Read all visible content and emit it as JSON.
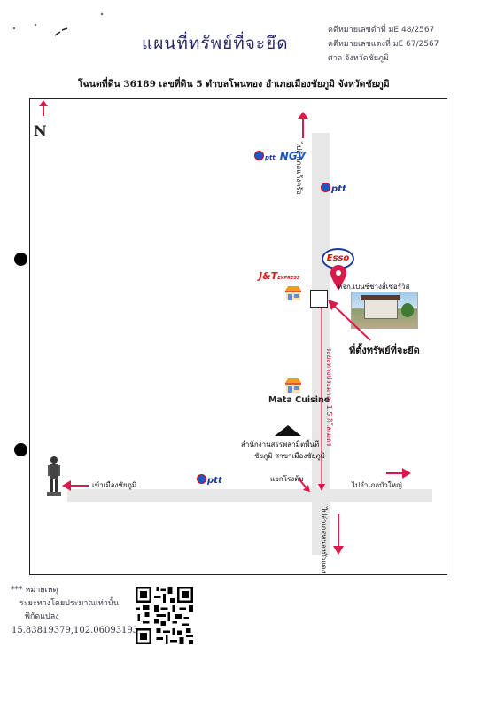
{
  "header": {
    "title": "แผนที่ทรัพย์ที่จะยึด",
    "case_black": "คดีหมายเลขดำที่ มE 48/2567",
    "case_red": "คดีหมายเลขแดงที่ มE 67/2567",
    "court": "ศาล จังหวัดชัยภูมิ",
    "subtitle": "โฉนดที่ดิน 36189 เลขที่ดิน 5 ตำบลโพนทอง อำเภอเมืองชัยภูมิ จังหวัดชัยภูมิ"
  },
  "map": {
    "north_label": "N",
    "to_kaeng_khro": "ไปอำเภอแก้งคร้อ",
    "to_nong_bua_daeng": "ไปอำเภอหนองบัวแดง",
    "to_nong_bua_yai": "ไปอำเภอบัวใหญ่",
    "to_city": "เข้าเมืองชัยภูมิ",
    "junction": "แยกโรงต้ม",
    "distance": "ระยะทางประมาณ 1.5 กิโลเมตร",
    "landmark_shop": "หจก.เบนซ์ช่างสี่เซอร์วิส",
    "target_label": "ที่ตั้งทรัพย์ที่จะยึด",
    "office_line1": "สำนักงานสรรพสามิตพื้นที่",
    "office_line2": "ชัยภูมิ สาขาเมืองชัยภูมิ",
    "mata": "Mata Cuisine",
    "ngv_prefix": "ptt",
    "ngv": "NGV",
    "ptt_brand": "ptt",
    "esso": "Esso",
    "jt": "J&T",
    "jt_small": "EXPRESS",
    "colors": {
      "road": "#e7e7e7",
      "arrow": "#d81b4a",
      "brand_blue": "#1a3a9a"
    }
  },
  "footer": {
    "note_title": "*** หมายเหตุ",
    "note_line1": "ระยะทางโดยประมาณเท่านั้น",
    "note_line2": "พิกัดแปลง",
    "coordinates": "15.83819379,102.06093193"
  }
}
